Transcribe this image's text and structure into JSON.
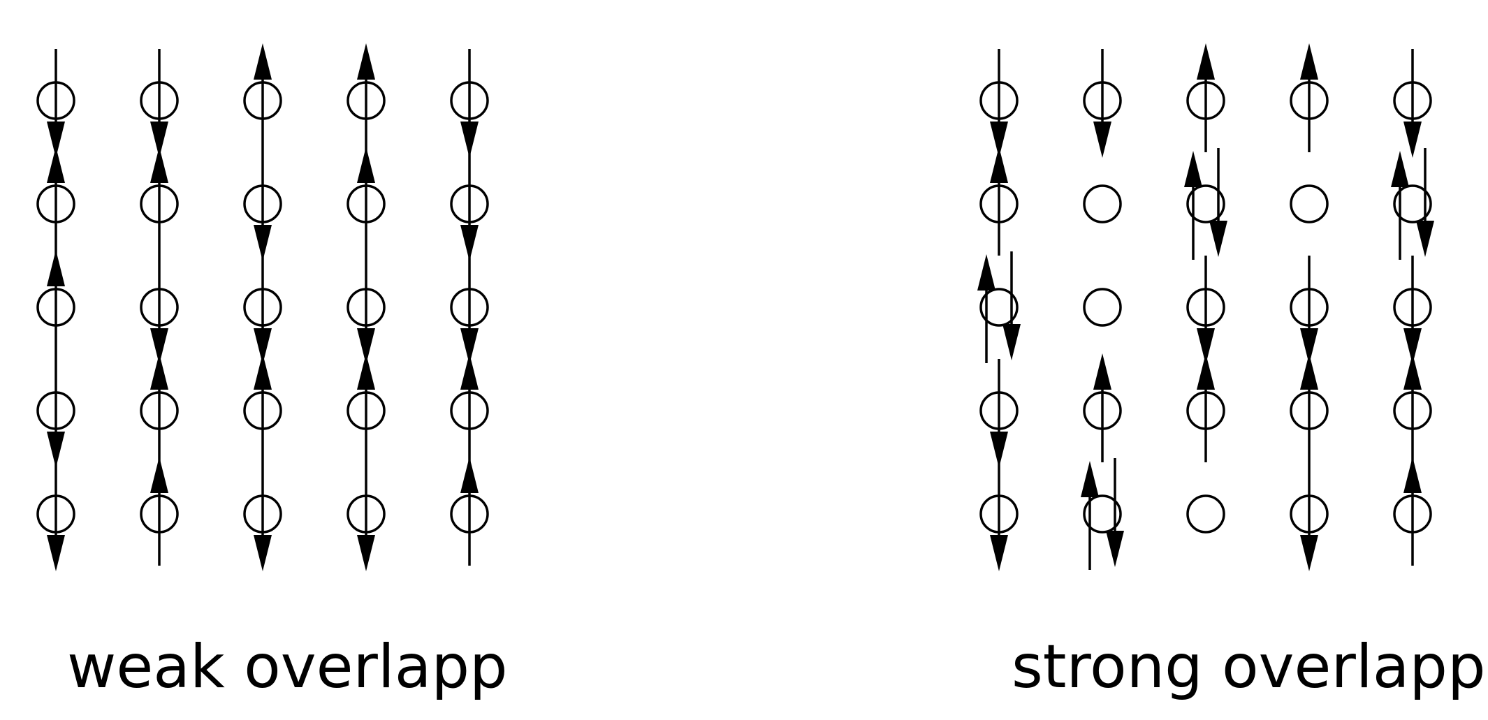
{
  "colors": {
    "ink": "#000000",
    "background": "#ffffff"
  },
  "panels": [
    {
      "caption": "weak overlapp",
      "grid": [
        [
          "dn",
          "dn",
          "up",
          "up",
          "dn"
        ],
        [
          "up",
          "up",
          "dn",
          "up",
          "dn"
        ],
        [
          "up",
          "dn",
          "dn",
          "dn",
          "dn"
        ],
        [
          "dn",
          "up",
          "up",
          "up",
          "up"
        ],
        [
          "dn",
          "up",
          "dn",
          "dn",
          "up"
        ]
      ]
    },
    {
      "caption": "strong overlapp",
      "grid": [
        [
          "dn",
          "dn",
          "up",
          "up",
          "dn"
        ],
        [
          "up",
          "empty",
          "pair",
          "empty",
          "pair"
        ],
        [
          "pair",
          "empty",
          "dn",
          "dn",
          "dn"
        ],
        [
          "dn",
          "up",
          "up",
          "up",
          "up"
        ],
        [
          "dn",
          "pair",
          "empty",
          "dn",
          "up"
        ]
      ]
    }
  ]
}
